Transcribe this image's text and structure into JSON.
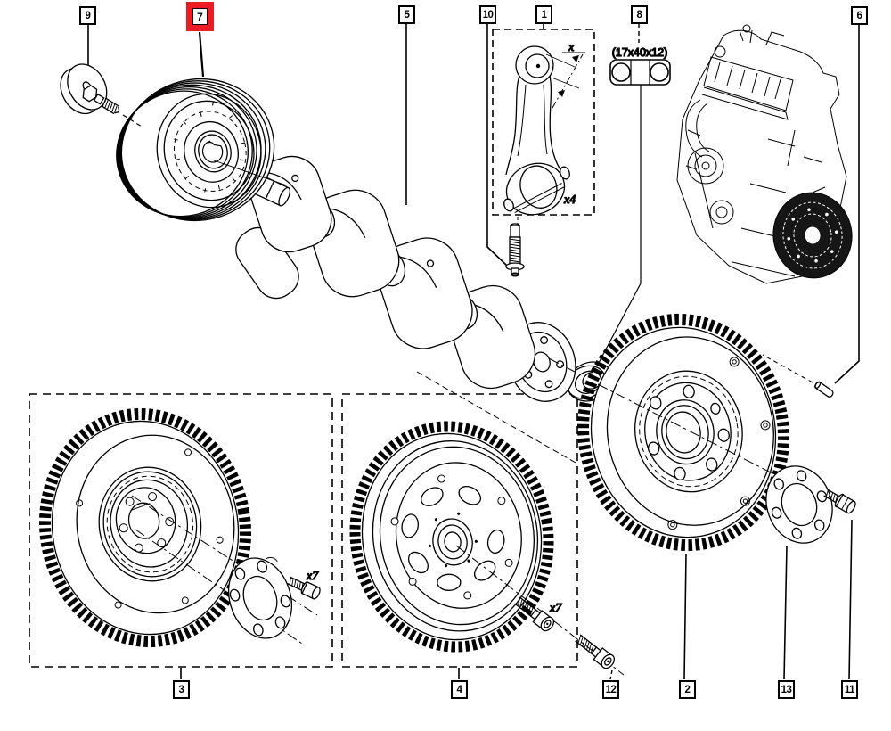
{
  "colors": {
    "background": "#ffffff",
    "line": "#000000",
    "highlight": "#ed1c24"
  },
  "callouts": [
    {
      "label": "9",
      "highlighted": false
    },
    {
      "label": "7",
      "highlighted": true
    },
    {
      "label": "5",
      "highlighted": false
    },
    {
      "label": "10",
      "highlighted": false
    },
    {
      "label": "1",
      "highlighted": false
    },
    {
      "label": "8",
      "highlighted": false
    },
    {
      "label": "6",
      "highlighted": false
    },
    {
      "label": "3",
      "highlighted": false
    },
    {
      "label": "4",
      "highlighted": false
    },
    {
      "label": "12",
      "highlighted": false
    },
    {
      "label": "2",
      "highlighted": false
    },
    {
      "label": "13",
      "highlighted": false
    },
    {
      "label": "11",
      "highlighted": false
    }
  ],
  "annotations": {
    "bearing_dimensions": "(17x40x12)",
    "connecting_rod_quantity": "x4",
    "flywheel_bolt_quantity_left": "x7",
    "flywheel_bolt_quantity_middle": "x7",
    "pin_dimension_label": "x"
  }
}
